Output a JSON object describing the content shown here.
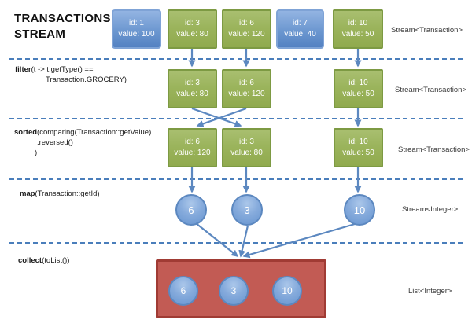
{
  "title": {
    "line1": "TRANSACTIONS",
    "line2": "STREAM"
  },
  "colors": {
    "green_box_fill": "#9bb45c",
    "green_box_border": "#7d9a43",
    "blue_box_fill": "#6c97d0",
    "blue_box_border": "#7fa3d6",
    "circle_fill": "#86abdc",
    "circle_border": "#5c88c0",
    "red_box_fill": "#c25b54",
    "red_box_border": "#a03b34",
    "arrow": "#5c88c0",
    "dashed_line": "#4a7ebb",
    "box_text": "#ffffff"
  },
  "stage1": {
    "type_label": "Stream<Transaction>",
    "boxes": [
      {
        "variant": "blue",
        "id": "id: 1",
        "value": "value: 100"
      },
      {
        "variant": "green",
        "id": "id: 3",
        "value": "value: 80"
      },
      {
        "variant": "green",
        "id": "id: 6",
        "value": "value: 120"
      },
      {
        "variant": "blue",
        "id": "id: 7",
        "value": "value: 40"
      },
      {
        "variant": "green",
        "id": "id: 10",
        "value": "value: 50"
      }
    ]
  },
  "stage2": {
    "op": {
      "keyword": "filter",
      "args_line1": "(t -> t.getType() ==",
      "args_line2": "Transaction.GROCERY)"
    },
    "type_label": "Stream<Transaction>",
    "boxes": [
      {
        "variant": "green",
        "id": "id: 3",
        "value": "value: 80"
      },
      {
        "variant": "green",
        "id": "id: 6",
        "value": "value: 120"
      },
      {
        "variant": "green",
        "id": "id: 10",
        "value": "value: 50"
      }
    ]
  },
  "stage3": {
    "op": {
      "keyword": "sorted",
      "args_line1": "(comparing(Transaction::getValue)",
      "args_line2": ".reversed()",
      "args_line3": ")"
    },
    "type_label": "Stream<Transaction>",
    "boxes": [
      {
        "variant": "green",
        "id": "id: 6",
        "value": "value: 120"
      },
      {
        "variant": "green",
        "id": "id: 3",
        "value": "value: 80"
      },
      {
        "variant": "green",
        "id": "id: 10",
        "value": "value: 50"
      }
    ]
  },
  "stage4": {
    "op": {
      "keyword": "map",
      "args_line1": "(Transaction::getId)"
    },
    "type_label": "Stream<Integer>",
    "circles": [
      "6",
      "3",
      "10"
    ]
  },
  "stage5": {
    "op": {
      "keyword": "collect",
      "args_line1": "(toList())"
    },
    "type_label": "List<Integer>",
    "circles": [
      "6",
      "3",
      "10"
    ]
  }
}
